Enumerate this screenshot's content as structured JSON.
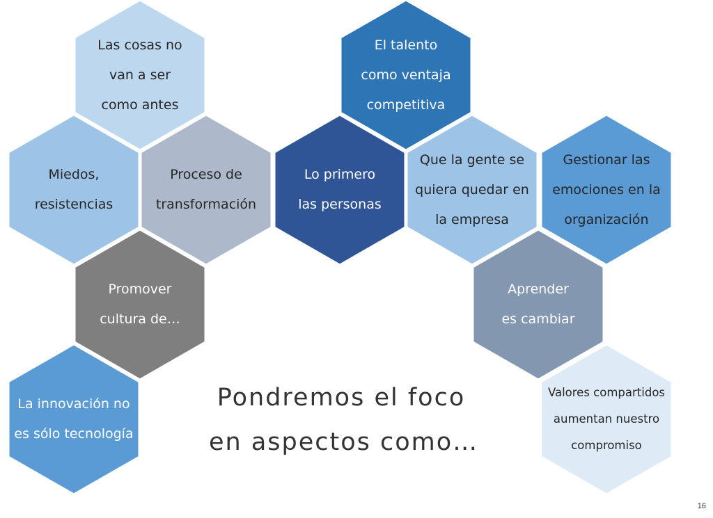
{
  "hexagons": [
    {
      "id": "cosas",
      "lines": [
        "Las cosas no",
        "van a ser",
        "como antes"
      ],
      "fill": "#bdd7ee",
      "text_color": "dark"
    },
    {
      "id": "miedos",
      "lines": [
        "Miedos,",
        "resistencias"
      ],
      "fill": "#9dc3e6",
      "text_color": "dark"
    },
    {
      "id": "proceso",
      "lines": [
        "Proceso de",
        "transformación"
      ],
      "fill": "#adb9ca",
      "text_color": "dark"
    },
    {
      "id": "promover",
      "lines": [
        "Promover",
        "cultura de…"
      ],
      "fill": "#7f7f7f",
      "text_color": "light"
    },
    {
      "id": "innovacion",
      "lines": [
        "La innovación no",
        "es sólo tecnología"
      ],
      "fill": "#5b9bd5",
      "text_color": "light"
    },
    {
      "id": "talento",
      "lines": [
        "El talento",
        "como ventaja",
        "competitiva"
      ],
      "fill": "#2e75b6",
      "text_color": "light"
    },
    {
      "id": "primero",
      "lines": [
        "Lo primero",
        "las personas"
      ],
      "fill": "#2f5597",
      "text_color": "light"
    },
    {
      "id": "gente",
      "lines": [
        "Que la gente se",
        "quiera quedar en",
        "la empresa"
      ],
      "fill": "#9dc3e6",
      "text_color": "dark"
    },
    {
      "id": "gestionar",
      "lines": [
        "Gestionar las",
        "emociones en la",
        "organización"
      ],
      "fill": "#5b9bd5",
      "text_color": "dark"
    },
    {
      "id": "aprender",
      "lines": [
        "Aprender",
        "es cambiar"
      ],
      "fill": "#8497b0",
      "text_color": "light"
    },
    {
      "id": "valores",
      "lines": [
        "Valores compartidos",
        "aumentan nuestro",
        "compromiso"
      ],
      "fill": "#deebf7",
      "text_color": "dark"
    }
  ],
  "caption": {
    "lines": [
      "Pondremos el foco",
      "en aspectos como…"
    ],
    "color": "#333333"
  },
  "page_number": "16"
}
